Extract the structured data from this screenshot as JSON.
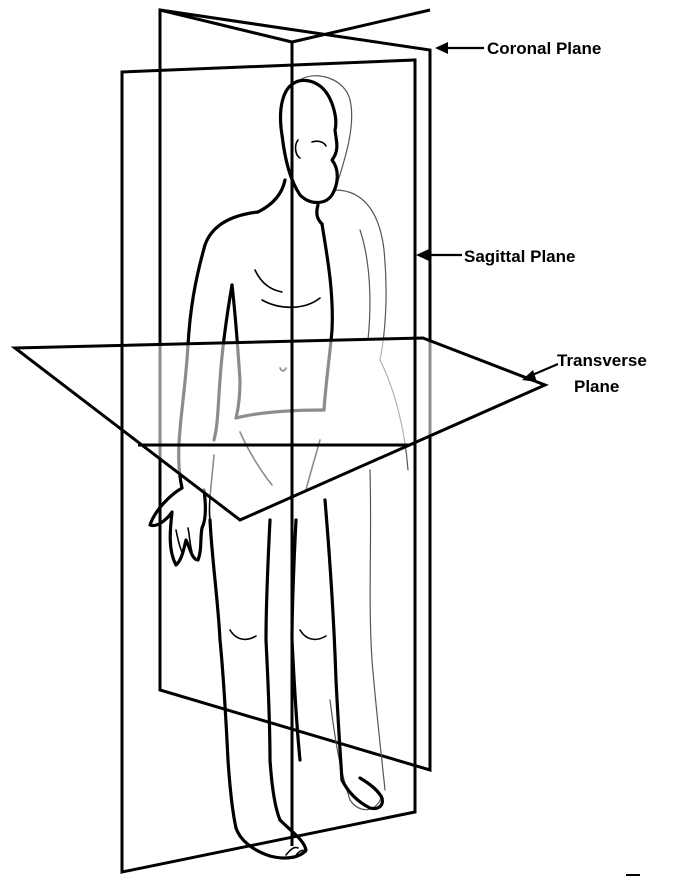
{
  "labels": {
    "coronal": "Coronal Plane",
    "sagittal": "Sagittal Plane",
    "transverse_line1": "Transverse",
    "transverse_line2": "Plane"
  },
  "colors": {
    "ink": "#000000",
    "background": "#ffffff"
  }
}
